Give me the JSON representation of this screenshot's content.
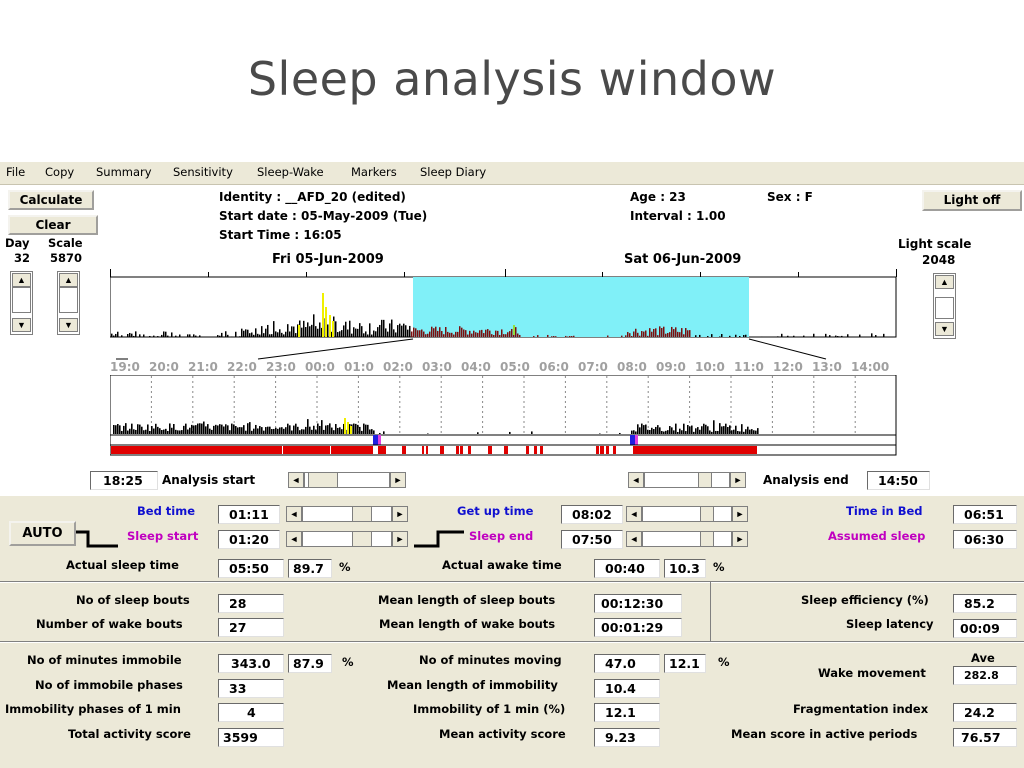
{
  "slide_title": "Sleep analysis window",
  "menu": [
    "File",
    "Copy",
    "Summary",
    "Sensitivity",
    "Sleep-Wake",
    "Markers",
    "Sleep Diary"
  ],
  "buttons": {
    "calculate": "Calculate",
    "clear": "Clear",
    "light_off": "Light off",
    "auto": "AUTO"
  },
  "left_panel": {
    "day_label": "Day",
    "day_value": "32",
    "scale_label": "Scale",
    "scale_value": "5870"
  },
  "right_panel": {
    "light_scale_label": "Light scale",
    "light_scale_value": "2048"
  },
  "header_info": {
    "identity": "Identity  :  __AFD_20 (edited)",
    "start_date": "Start date :  05-May-2009  (Tue)",
    "start_time": "Start Time :  16:05",
    "age": "Age :  23",
    "sex": "Sex :  F",
    "interval": "Interval   :  1.00"
  },
  "overview": {
    "date_left": "Fri 05-Jun-2009",
    "date_right": "Sat 06-Jun-2009"
  },
  "detail": {
    "hour_labels": [
      "19:0",
      "20:0",
      "21:0",
      "22:0",
      "23:0",
      "00:0",
      "01:0",
      "02:0",
      "03:0",
      "04:0",
      "05:0",
      "06:0",
      "07:0",
      "08:0",
      "09:0",
      "10:0",
      "11:0",
      "12:0",
      "13:0",
      "14:00"
    ]
  },
  "analysis": {
    "start_value": "18:25",
    "start_label": "Analysis start",
    "end_label": "Analysis end",
    "end_value": "14:50"
  },
  "times": {
    "bed_time_label": "Bed time",
    "bed_time": "01:11",
    "sleep_start_label": "Sleep start",
    "sleep_start": "01:20",
    "get_up_label": "Get up time",
    "get_up": "08:02",
    "sleep_end_label": "Sleep end",
    "sleep_end": "07:50",
    "time_in_bed_label": "Time in Bed",
    "time_in_bed": "06:51",
    "assumed_sleep_label": "Assumed sleep",
    "assumed_sleep": "06:30"
  },
  "actual": {
    "sleep_label": "Actual sleep time",
    "sleep_time": "05:50",
    "sleep_pct": "89.7",
    "awake_label": "Actual awake time",
    "awake_time": "00:40",
    "awake_pct": "10.3",
    "pct_sign": "%"
  },
  "bouts": {
    "sleep_bouts_label": "No of sleep bouts",
    "sleep_bouts": "28",
    "wake_bouts_label": "Number of wake bouts",
    "wake_bouts": "27",
    "mean_sleep_label": "Mean length of sleep bouts",
    "mean_sleep": "00:12:30",
    "mean_wake_label": "Mean length of wake bouts",
    "mean_wake": "00:01:29",
    "efficiency_label": "Sleep efficiency (%)",
    "efficiency": "85.2",
    "latency_label": "Sleep latency",
    "latency": "00:09"
  },
  "mobility": {
    "immobile_min_label": "No of minutes immobile",
    "immobile_min": "343.0",
    "immobile_pct": "87.9",
    "moving_min_label": "No of minutes moving",
    "moving_min": "47.0",
    "moving_pct": "12.1",
    "immobile_phases_label": "No of immobile phases",
    "immobile_phases": "33",
    "mean_immobility_label": "Mean length of immobility",
    "mean_immobility": "10.4",
    "phases_1min_label": "Immobility phases of 1 min",
    "phases_1min": "4",
    "immobility_1min_pct_label": "Immobility of 1 min (%)",
    "immobility_1min_pct": "12.1",
    "total_activity_label": "Total activity score",
    "total_activity": "3599",
    "mean_activity_label": "Mean activity score",
    "mean_activity": "9.23",
    "ave_label": "Ave",
    "wake_movement_label": "Wake movement",
    "wake_movement": "282.8",
    "fragmentation_label": "Fragmentation index",
    "fragmentation": "24.2",
    "mean_active_label": "Mean score in active periods",
    "mean_active": "76.57"
  },
  "colors": {
    "window_bg": "#ece9d8",
    "sleep_highlight": "#80f0f8",
    "activity": "#000000",
    "sleep_activity": "#7a1010",
    "marker_yellow": "#f0f000",
    "sleep_band": "#e00000",
    "blue_label": "#1010d0",
    "magenta_label": "#c000c0"
  }
}
